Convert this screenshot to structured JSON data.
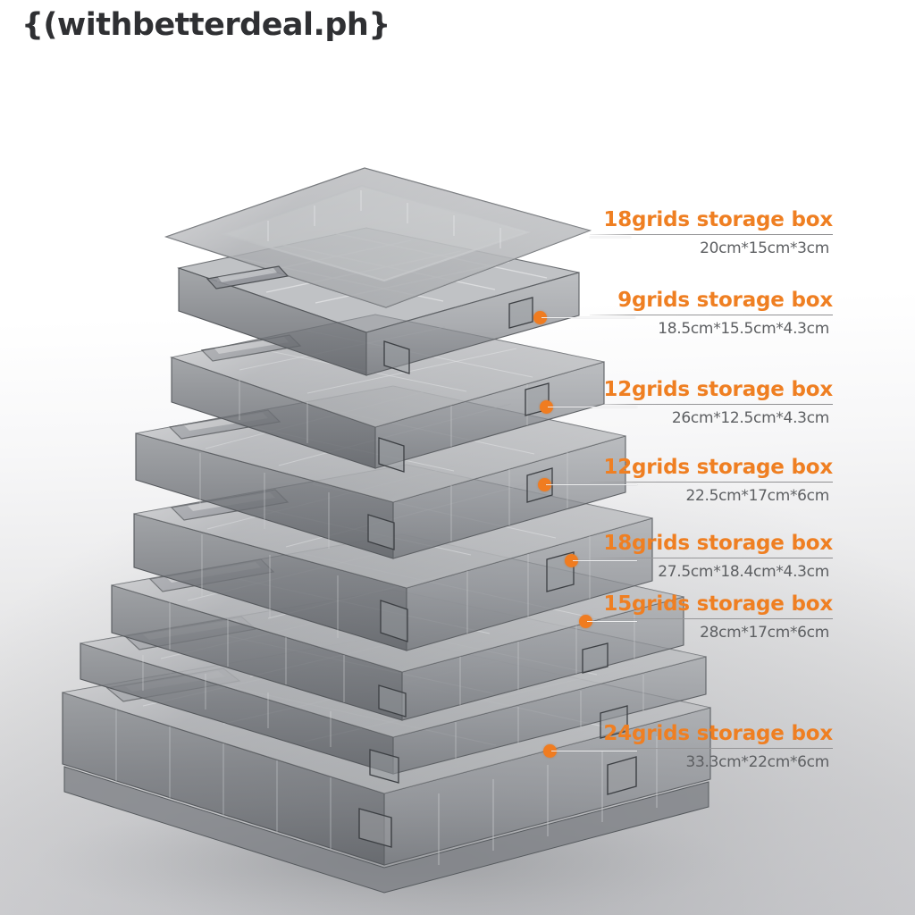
{
  "watermark": {
    "text": "{(withbetterdeal.ph}",
    "display": "withbetterdeal.ph",
    "open_bracket": "{(",
    "close_bracket": "}"
  },
  "colors": {
    "accent_orange": "#ef7f22",
    "dot_orange": "#f07c20",
    "dim_text_gray": "#5d5f62",
    "rule_gray": "#8e8e90",
    "background_top": "#ffffff",
    "background_bottom": "#cdcdd0",
    "plastic_smoke": "#6e7074"
  },
  "callouts": [
    {
      "id": "callout-18grids-20x15x3",
      "title": "18grids storage box",
      "dims": "20cm*15cm*3cm",
      "grids": 18,
      "length_cm": 20,
      "width_cm": 15,
      "height_cm": 3
    },
    {
      "id": "callout-9grids-18.5x15.5x4.3",
      "title": "9grids storage box",
      "dims": "18.5cm*15.5cm*4.3cm",
      "grids": 9,
      "length_cm": 18.5,
      "width_cm": 15.5,
      "height_cm": 4.3
    },
    {
      "id": "callout-12grids-26x12.5x4.3",
      "title": "12grids storage box",
      "dims": "26cm*12.5cm*4.3cm",
      "grids": 12,
      "length_cm": 26,
      "width_cm": 12.5,
      "height_cm": 4.3
    },
    {
      "id": "callout-12grids-22.5x17x6",
      "title": "12grids storage box",
      "dims": "22.5cm*17cm*6cm",
      "grids": 12,
      "length_cm": 22.5,
      "width_cm": 17,
      "height_cm": 6
    },
    {
      "id": "callout-18grids-27.5x18.4x4.3",
      "title": "18grids storage box",
      "dims": "27.5cm*18.4cm*4.3cm",
      "grids": 18,
      "length_cm": 27.5,
      "width_cm": 18.4,
      "height_cm": 4.3
    },
    {
      "id": "callout-15grids-28x17x6",
      "title": "15grids storage box",
      "dims": "28cm*17cm*6cm",
      "grids": 15,
      "length_cm": 28,
      "width_cm": 17,
      "height_cm": 6
    },
    {
      "id": "callout-24grids-33.3x22x6",
      "title": "24grids storage box",
      "dims": "33.3cm*22cm*6cm",
      "grids": 24,
      "length_cm": 33.3,
      "width_cm": 22,
      "height_cm": 6
    }
  ],
  "product": {
    "item": "stackable transparent grid storage boxes",
    "count_in_stack": 7,
    "material_look": "translucent smoke-gray plastic"
  }
}
